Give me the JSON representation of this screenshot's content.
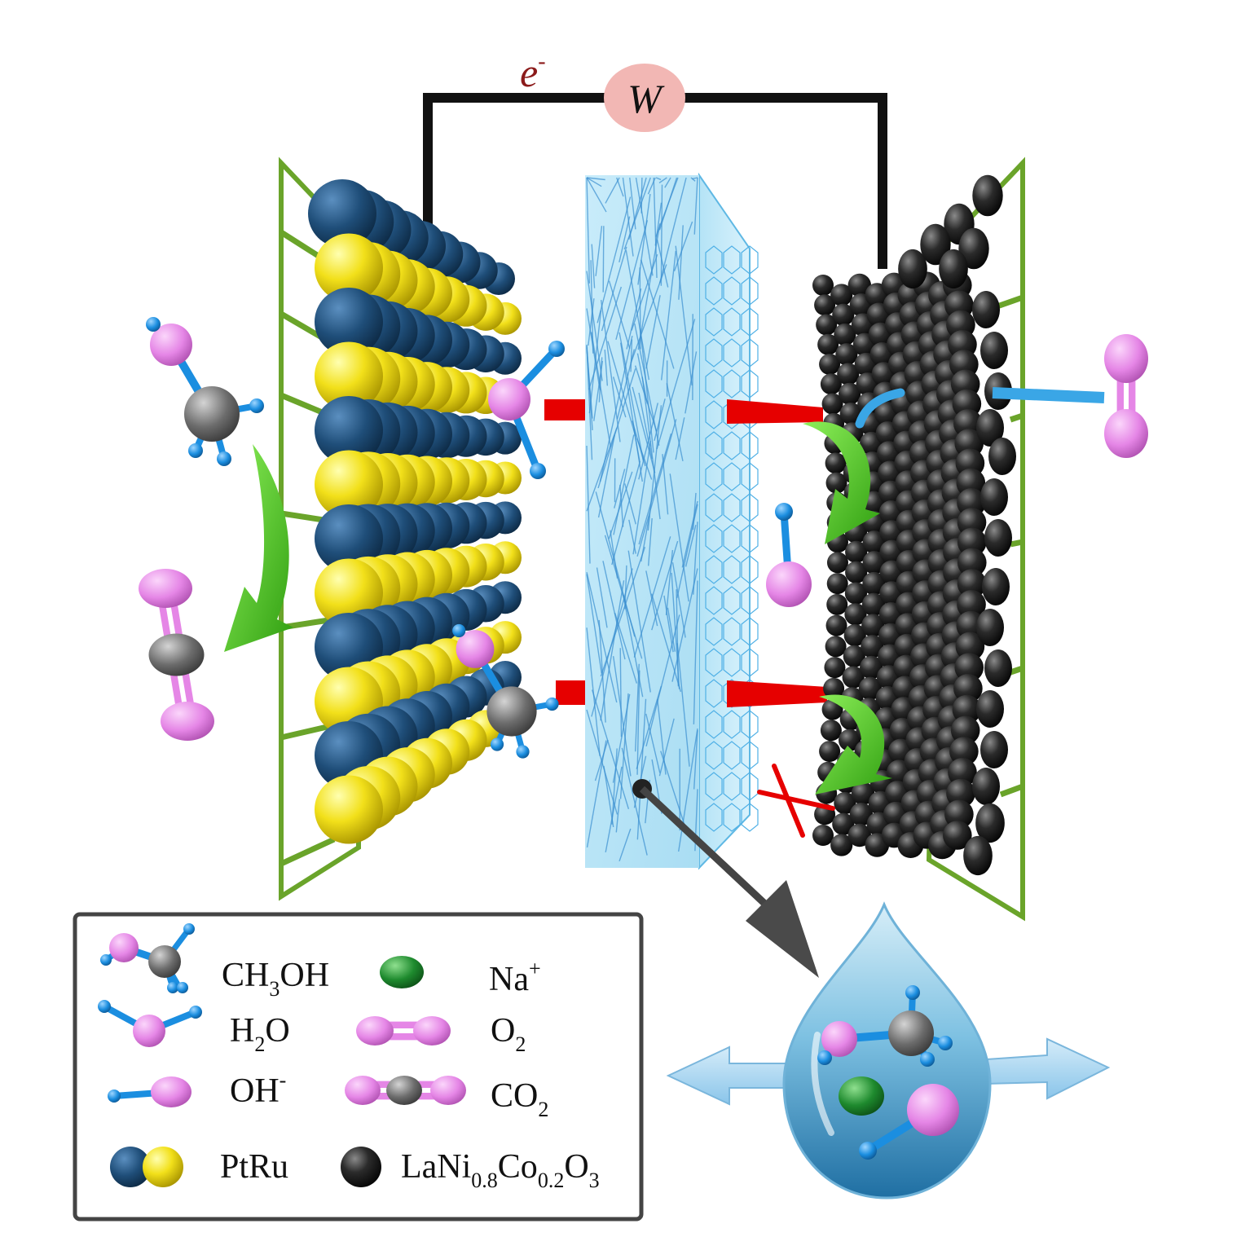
{
  "circuit": {
    "electron_label": "e",
    "electron_sup": "-",
    "load_label": "W"
  },
  "legend": {
    "items": [
      {
        "id": "methanol",
        "base": "CH",
        "sub": "3",
        "tail": "OH"
      },
      {
        "id": "sodium",
        "base": "Na",
        "sup": "+"
      },
      {
        "id": "water",
        "base": "H",
        "sub": "2",
        "tail": "O"
      },
      {
        "id": "oxygen",
        "base": "O",
        "sub": "2"
      },
      {
        "id": "hydroxide",
        "base": "OH",
        "sup": "-"
      },
      {
        "id": "co2",
        "base": "CO",
        "sub": "2"
      },
      {
        "id": "ptru",
        "base": "PtRu"
      },
      {
        "id": "cathode",
        "base": "LaNi",
        "sub1": "0.8",
        "mid": "Co",
        "sub2": "0.2",
        "mid2": "O",
        "sub3": "3"
      }
    ]
  },
  "colors": {
    "pt": "#1f4e79",
    "ru": "#f2e01a",
    "cathode": "#2b2b2b",
    "oxygen_atom": "#e586e6",
    "hydrogen_atom": "#1b8ee0",
    "carbon_atom": "#6c6c6c",
    "sodium": "#1e8a2e",
    "membrane": "#bfe6f7",
    "frame": "#6aa42a",
    "wire": "#111111",
    "load": "#f2b7b4",
    "flow_arrow": "#47c41f",
    "ion_bar": "#e60000",
    "cross": "#e60000"
  }
}
